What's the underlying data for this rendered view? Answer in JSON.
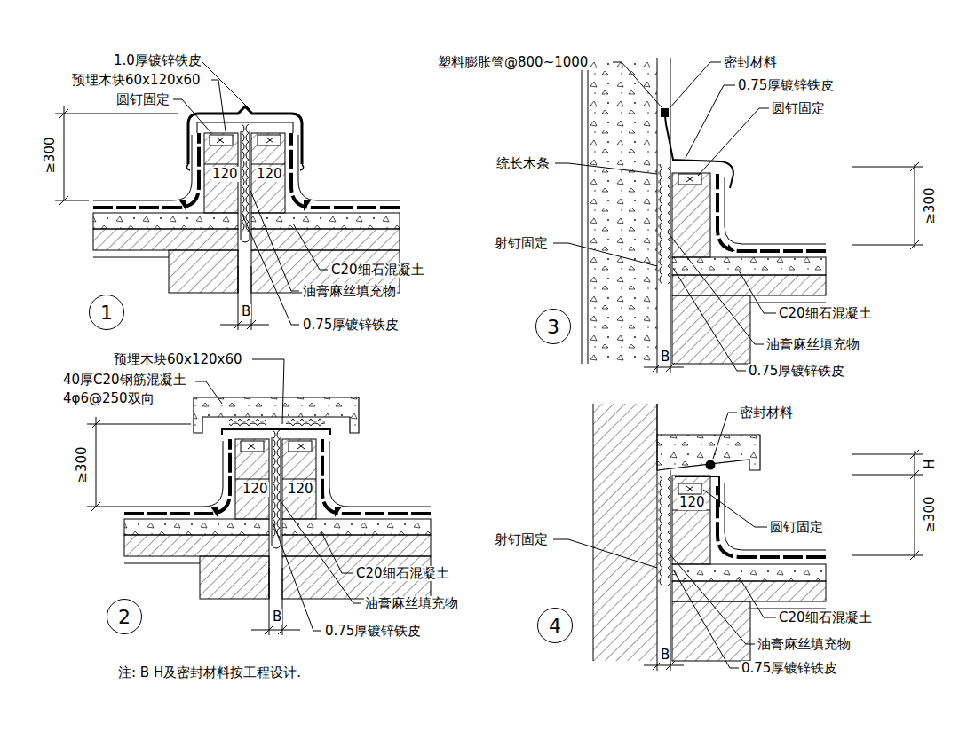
{
  "diagram": {
    "nodes": [
      {
        "text": [
          "1"
        ]
      },
      {
        "text": [
          "2"
        ]
      },
      {
        "text": [
          "3"
        ]
      },
      {
        "text": [
          "4"
        ]
      }
    ],
    "labels": [
      "1.0厚镀锌铁皮",
      "预埋木块60x120x60",
      "圆钉固定",
      "≥300",
      "120",
      "120",
      "C20细石混凝土",
      "油膏麻丝填充物",
      "0.75厚镀锌铁皮",
      "B",
      "预埋木块60x120x60",
      "40厚C20钢筋混凝土",
      "4φ6@250双向",
      "≥300",
      "120",
      "120",
      "C20细石混凝土",
      "油膏麻丝填充物",
      "0.75厚镀锌铁皮",
      "B",
      "塑料膨胀管@800~1000",
      "密封材料",
      "0.75厚镀锌铁皮",
      "圆钉固定",
      "统长木条",
      "射钉固定",
      "≥300",
      "C20细石混凝土",
      "油膏麻丝填充物",
      "0.75厚镀锌铁皮",
      "B",
      "密封材料",
      "H",
      "≥300",
      "120",
      "圆钉固定",
      "射钉固定",
      "C20细石混凝土",
      "油膏麻丝填充物",
      "0.75厚镀锌铁皮",
      "B",
      "注: B H及密封材料按工程设计."
    ]
  }
}
